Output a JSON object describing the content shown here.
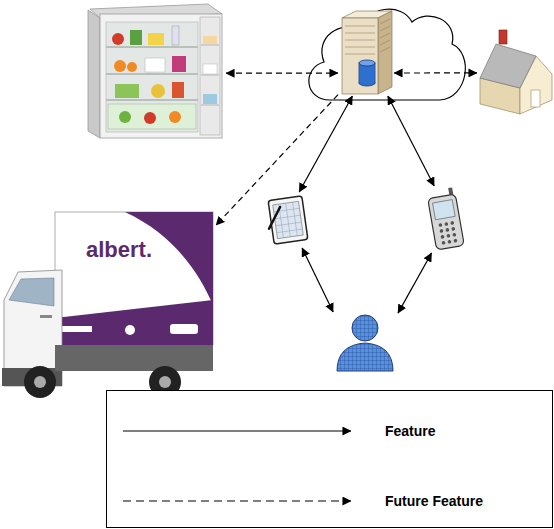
{
  "diagram": {
    "nodes": [
      {
        "text": []
      },
      {
        "text": []
      },
      {
        "text": [],
        "in": 1
      },
      {
        "text": []
      },
      {
        "text": [
          "albert."
        ]
      },
      {
        "text": []
      },
      {
        "text": []
      },
      {
        "text": []
      }
    ],
    "edges": [
      {
        "from": 0,
        "to": 2,
        "arrow": "both"
      },
      {
        "from": 2,
        "to": 3,
        "arrow": "both"
      },
      {
        "from": 2,
        "to": 4,
        "arrow": "to"
      },
      {
        "from": 2,
        "to": 5,
        "arrow": "both"
      },
      {
        "from": 2,
        "to": 6,
        "arrow": "both"
      },
      {
        "from": 5,
        "to": 7,
        "arrow": "both"
      },
      {
        "from": 6,
        "to": 7,
        "arrow": "both"
      }
    ],
    "legend": [
      {
        "text": "Feature"
      },
      {
        "text": "Future Feature"
      }
    ]
  }
}
